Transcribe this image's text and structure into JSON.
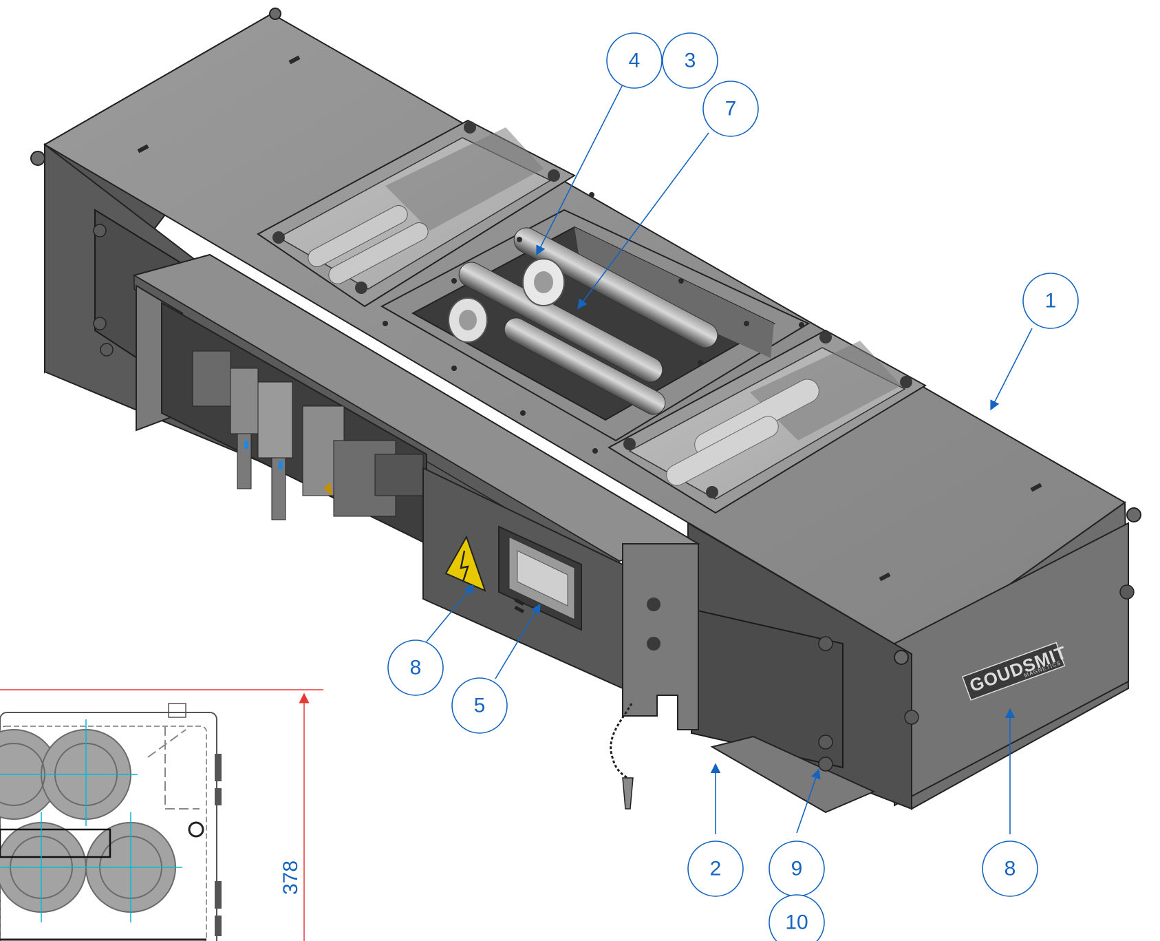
{
  "brand_badge": {
    "name": "GOUDSMIT",
    "sub": "MAGNETICS"
  },
  "dimension": {
    "value": "378"
  },
  "callouts": [
    {
      "id": "c4",
      "label": "4"
    },
    {
      "id": "c3",
      "label": "3"
    },
    {
      "id": "c7",
      "label": "7"
    },
    {
      "id": "c1",
      "label": "1"
    },
    {
      "id": "c8a",
      "label": "8"
    },
    {
      "id": "c5",
      "label": "5"
    },
    {
      "id": "c2",
      "label": "2"
    },
    {
      "id": "c9",
      "label": "9"
    },
    {
      "id": "c8b",
      "label": "8"
    },
    {
      "id": "c10",
      "label": "10"
    }
  ],
  "colors": {
    "callout": "#1565c0",
    "body_top": "#8a8a8a",
    "body_side": "#5f5f5f",
    "body_dark": "#4a4a4a",
    "warning": "#e8c800",
    "dimension_line": "#e53935",
    "centerline": "#00bcd4"
  }
}
